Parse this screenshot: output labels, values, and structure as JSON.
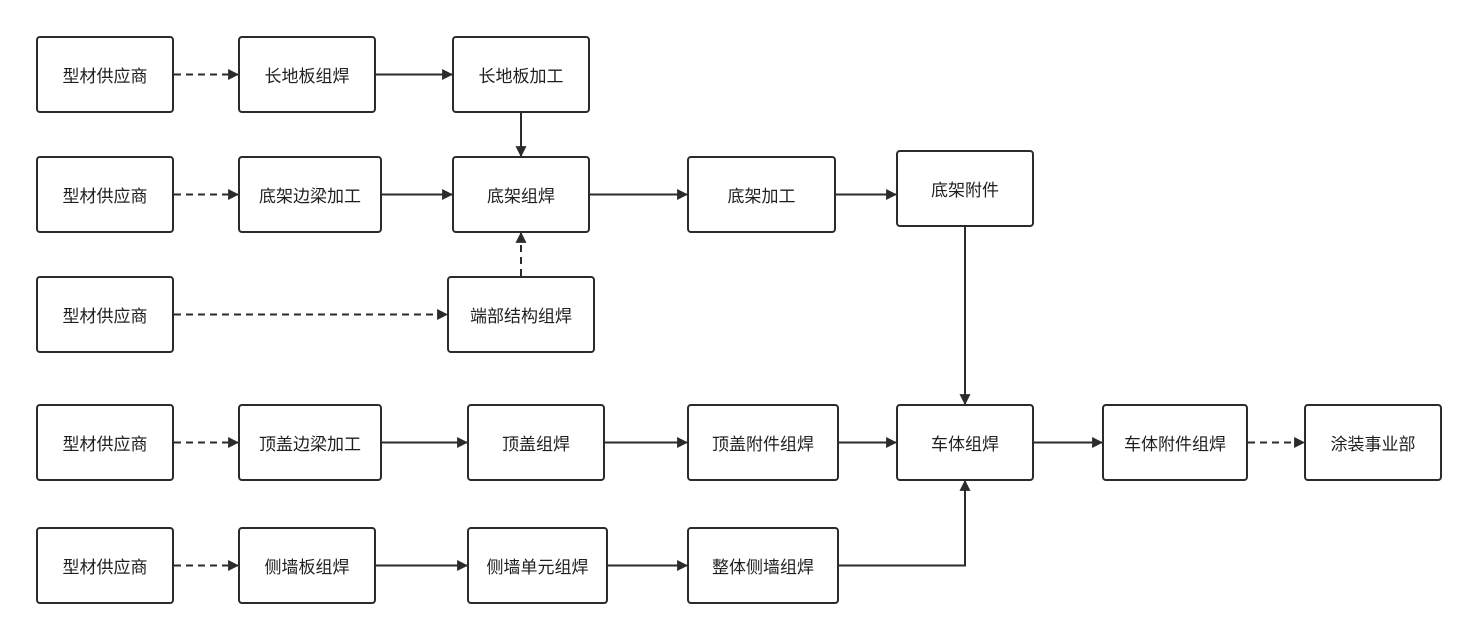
{
  "diagram": {
    "nodes": [
      {
        "id": "n1",
        "label": "型材供应商"
      },
      {
        "id": "n2",
        "label": "长地板组焊"
      },
      {
        "id": "n3",
        "label": "长地板加工"
      },
      {
        "id": "n4",
        "label": "型材供应商"
      },
      {
        "id": "n5",
        "label": "底架边梁加工"
      },
      {
        "id": "n6",
        "label": "底架组焊"
      },
      {
        "id": "n7",
        "label": "底架加工"
      },
      {
        "id": "n8",
        "label": "底架附件"
      },
      {
        "id": "n9",
        "label": "型材供应商"
      },
      {
        "id": "n10",
        "label": "端部结构组焊"
      },
      {
        "id": "n11",
        "label": "型材供应商"
      },
      {
        "id": "n12",
        "label": "顶盖边梁加工"
      },
      {
        "id": "n13",
        "label": "顶盖组焊"
      },
      {
        "id": "n14",
        "label": "顶盖附件组焊"
      },
      {
        "id": "n15",
        "label": "车体组焊"
      },
      {
        "id": "n16",
        "label": "车体附件组焊"
      },
      {
        "id": "n17",
        "label": "涂装事业部"
      },
      {
        "id": "n18",
        "label": "型材供应商"
      },
      {
        "id": "n19",
        "label": "侧墙板组焊"
      },
      {
        "id": "n20",
        "label": "侧墙单元组焊"
      },
      {
        "id": "n21",
        "label": "整体侧墙组焊"
      }
    ],
    "edges": [
      {
        "from": "n1",
        "to": "n2",
        "style": "dashed"
      },
      {
        "from": "n2",
        "to": "n3",
        "style": "solid"
      },
      {
        "from": "n3",
        "to": "n6",
        "style": "solid"
      },
      {
        "from": "n4",
        "to": "n5",
        "style": "dashed"
      },
      {
        "from": "n5",
        "to": "n6",
        "style": "solid"
      },
      {
        "from": "n6",
        "to": "n7",
        "style": "solid"
      },
      {
        "from": "n7",
        "to": "n8",
        "style": "solid"
      },
      {
        "from": "n8",
        "to": "n15",
        "style": "solid"
      },
      {
        "from": "n9",
        "to": "n10",
        "style": "dashed"
      },
      {
        "from": "n10",
        "to": "n6",
        "style": "dashed"
      },
      {
        "from": "n11",
        "to": "n12",
        "style": "dashed"
      },
      {
        "from": "n12",
        "to": "n13",
        "style": "solid"
      },
      {
        "from": "n13",
        "to": "n14",
        "style": "solid"
      },
      {
        "from": "n14",
        "to": "n15",
        "style": "solid"
      },
      {
        "from": "n15",
        "to": "n16",
        "style": "solid"
      },
      {
        "from": "n16",
        "to": "n17",
        "style": "dashed"
      },
      {
        "from": "n18",
        "to": "n19",
        "style": "dashed"
      },
      {
        "from": "n19",
        "to": "n20",
        "style": "solid"
      },
      {
        "from": "n20",
        "to": "n21",
        "style": "solid"
      },
      {
        "from": "n21",
        "to": "n15",
        "style": "solid"
      }
    ],
    "colors": {
      "line": "#2b2b2b",
      "text": "#1f1f1f",
      "background": "#ffffff"
    }
  }
}
